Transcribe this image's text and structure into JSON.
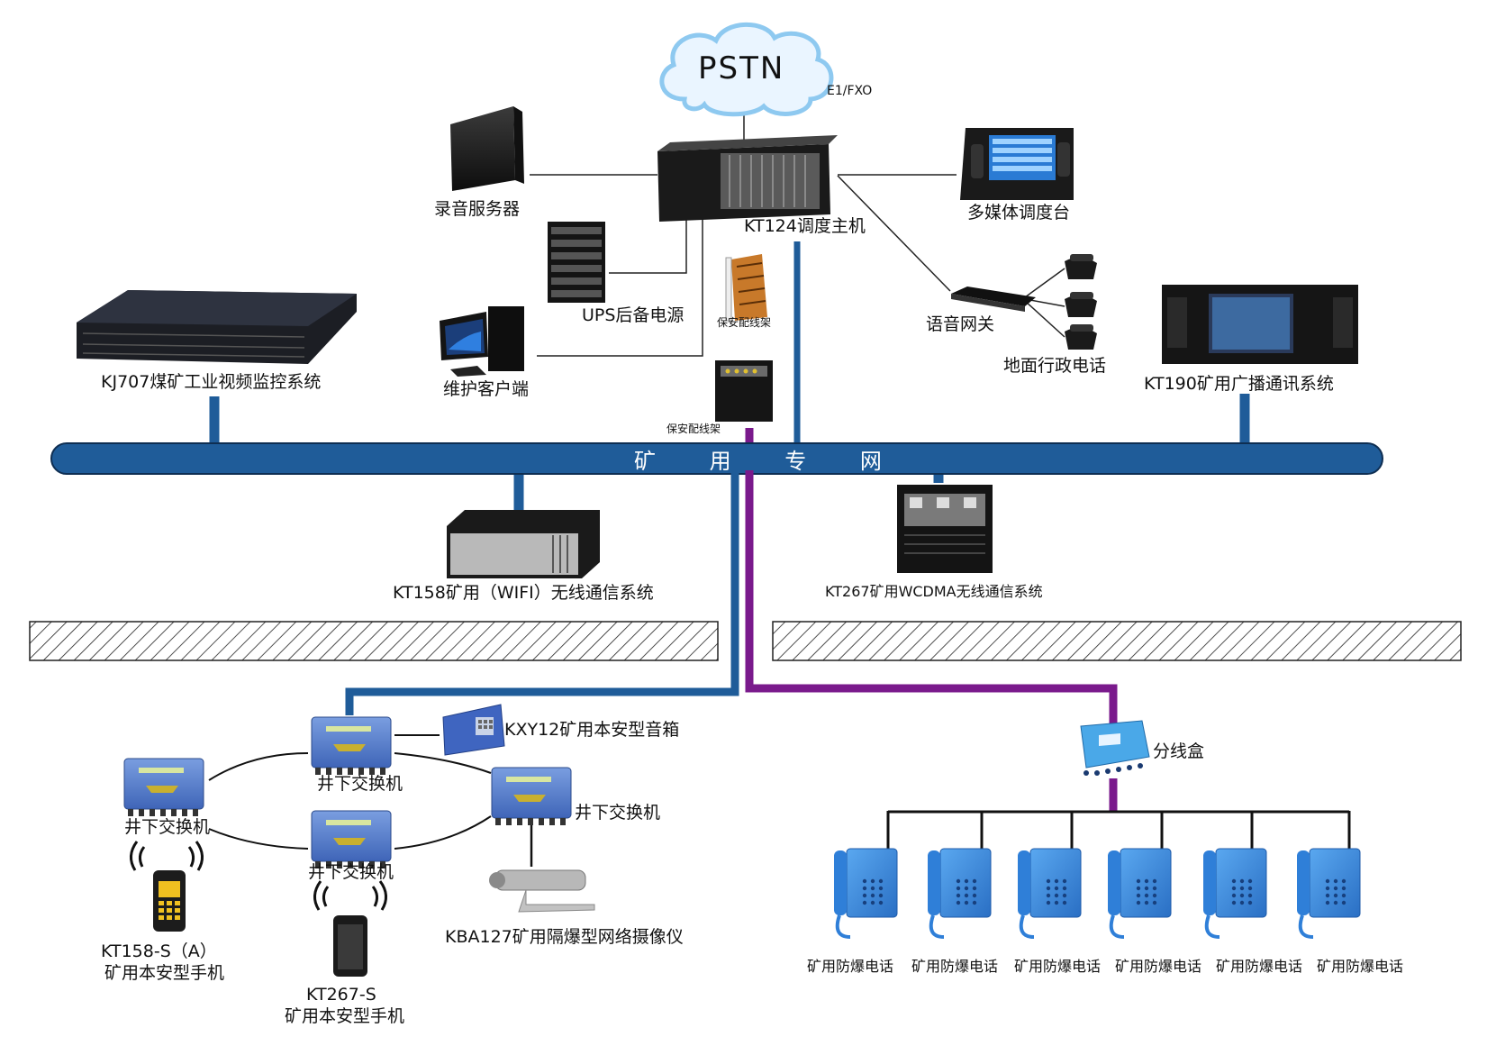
{
  "cloud": {
    "label": "PSTN",
    "link_label": "E1/FXO"
  },
  "bus": {
    "label": "矿 用 专 网"
  },
  "devices": {
    "recording_server": "录音服务器",
    "main_host": "KT124调度主机",
    "multimedia_console": "多媒体调度台",
    "ups": "UPS后备电源",
    "protection_frame_small": "保安配线架",
    "protection_frame": "保安配线架",
    "voice_gateway": "语音网关",
    "ground_phone": "地面行政电话",
    "kj707": "KJ707煤矿工业视频监控系统",
    "maintenance_client": "维护客户端",
    "kt190": "KT190矿用广播通讯系统",
    "kt158_wifi": "KT158矿用（WIFI）无线通信系统",
    "kt267_wcdma": "KT267矿用WCDMA无线通信系统",
    "speaker": "KXY12矿用本安型音箱",
    "switch_top": "井下交换机",
    "switch_left": "井下交换机",
    "switch_right": "井下交换机",
    "switch_bottom": "井下交换机",
    "kt158s_line1": "KT158-S（A）",
    "kt158s_line2": "矿用本安型手机",
    "kt267s_line1": "KT267-S",
    "kt267s_line2": "矿用本安型手机",
    "camera": "KBA127矿用隔爆型网络摄像仪",
    "junction_box": "分线盒"
  },
  "phones": [
    "矿用防爆电话",
    "矿用防爆电话",
    "矿用防爆电话",
    "矿用防爆电话",
    "矿用防爆电话",
    "矿用防爆电话"
  ],
  "colors": {
    "bus": "#1f5c99",
    "purple": "#7a1a8c",
    "device_blue": "#4a7bd0",
    "phone_blue": "#3d8fe0",
    "dark": "#1a1a1a"
  }
}
